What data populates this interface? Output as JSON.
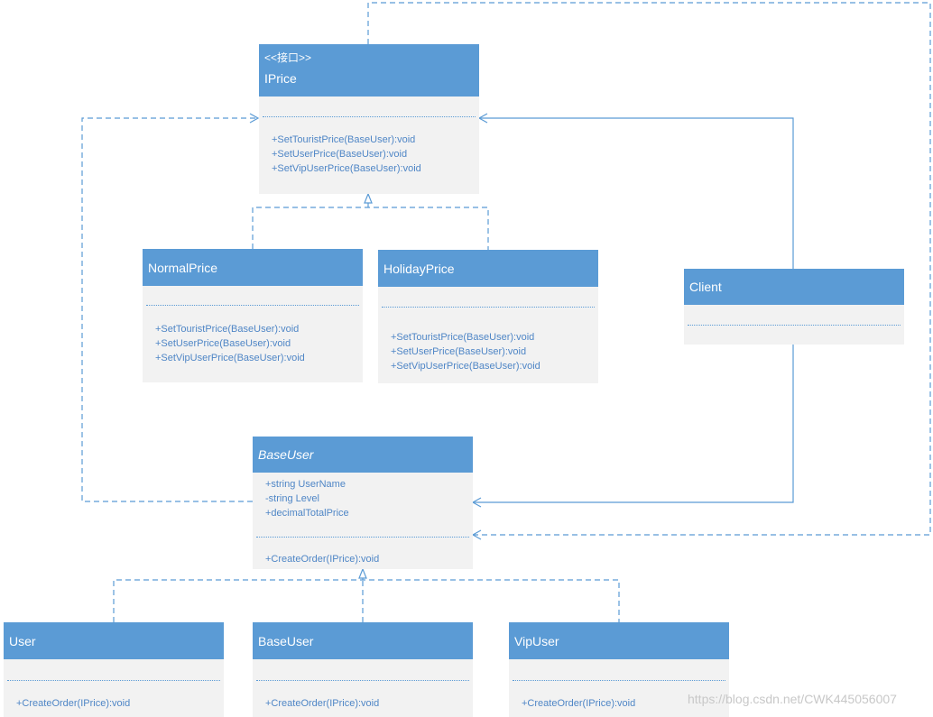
{
  "classes": {
    "iprice": {
      "stereotype": "<<接口>>",
      "name": "IPrice",
      "methods": [
        "+SetTouristPrice(BaseUser):void",
        "+SetUserPrice(BaseUser):void",
        "+SetVipUserPrice(BaseUser):void"
      ]
    },
    "normal_price": {
      "name": "NormalPrice",
      "methods": [
        "+SetTouristPrice(BaseUser):void",
        "+SetUserPrice(BaseUser):void",
        "+SetVipUserPrice(BaseUser):void"
      ]
    },
    "holiday_price": {
      "name": "HolidayPrice",
      "methods": [
        "+SetTouristPrice(BaseUser):void",
        "+SetUserPrice(BaseUser):void",
        "+SetVipUserPrice(BaseUser):void"
      ]
    },
    "client": {
      "name": "Client"
    },
    "base_user_abstract": {
      "name": "BaseUser",
      "attributes": [
        "+string UserName",
        "-string Level",
        "+decimalTotalPrice"
      ],
      "methods": [
        "+CreateOrder(IPrice):void"
      ]
    },
    "user": {
      "name": "User",
      "methods": [
        "+CreateOrder(IPrice):void"
      ]
    },
    "base_user": {
      "name": "BaseUser",
      "methods": [
        "+CreateOrder(IPrice):void"
      ]
    },
    "vip_user": {
      "name": "VipUser",
      "methods": [
        "+CreateOrder(IPrice):void"
      ]
    }
  },
  "watermark": "https://blog.csdn.net/CWK445056007",
  "colors": {
    "header": "#5b9bd5",
    "body": "#f2f2f2",
    "line": "#5b9bd5",
    "text": "#4f86c6"
  }
}
